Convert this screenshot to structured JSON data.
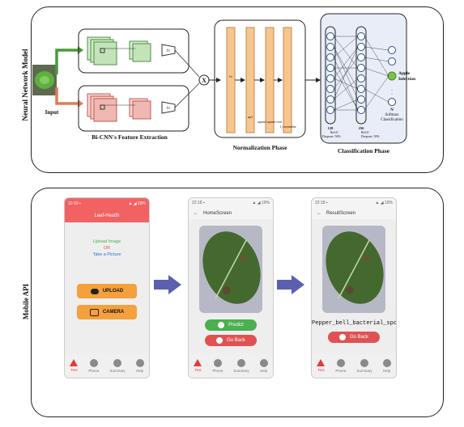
{
  "top_panel": {
    "side_label": "Neural Network Model",
    "input_label": "Input",
    "bicnn_title": "Bi-CNN's Feature Extraction",
    "feature_labels": [
      "fv",
      "fv"
    ],
    "norm_phase_title": "Normalization Phase",
    "norm_ops": [
      "fv",
      "sqrt",
      "signed square-root",
      "l₂-normalize"
    ],
    "class_phase_title": "Classification Phase",
    "layer1": {
      "units": "128",
      "activation": "ReLU",
      "dropout": "Dropout: 50%"
    },
    "layer2": {
      "units": "256",
      "activation": "ReLU",
      "dropout": "Dropout: 50%"
    },
    "output": {
      "units": "N",
      "type1": "Softmax",
      "type2": "Classification",
      "prediction1": "Apple",
      "prediction2": "Infection"
    }
  },
  "bottom_panel": {
    "side_label": "Mobile API",
    "phone1": {
      "title": "Leaf-Health",
      "upload_image": "Upload Image",
      "or": "OR",
      "take_picture": "Take a Picture",
      "upload_button": "UPLOAD",
      "camera_button": "CAMERA"
    },
    "phone2": {
      "screen_title": "HomeScreen",
      "predict_button": "Predict",
      "goback_button": "Go Back"
    },
    "phone3": {
      "screen_title": "ResultScreen",
      "result_text": "Pepper_bell_bacterial_spot",
      "goback_button": "Go Back"
    },
    "nav_items": [
      "Text",
      "Phone",
      "Summary",
      "Help"
    ],
    "colors": {
      "accent_red": "#f26262",
      "orange": "#f4a03c",
      "green": "#4caf50",
      "red_button": "#e05252",
      "arrow": "#5a5fb0"
    }
  }
}
